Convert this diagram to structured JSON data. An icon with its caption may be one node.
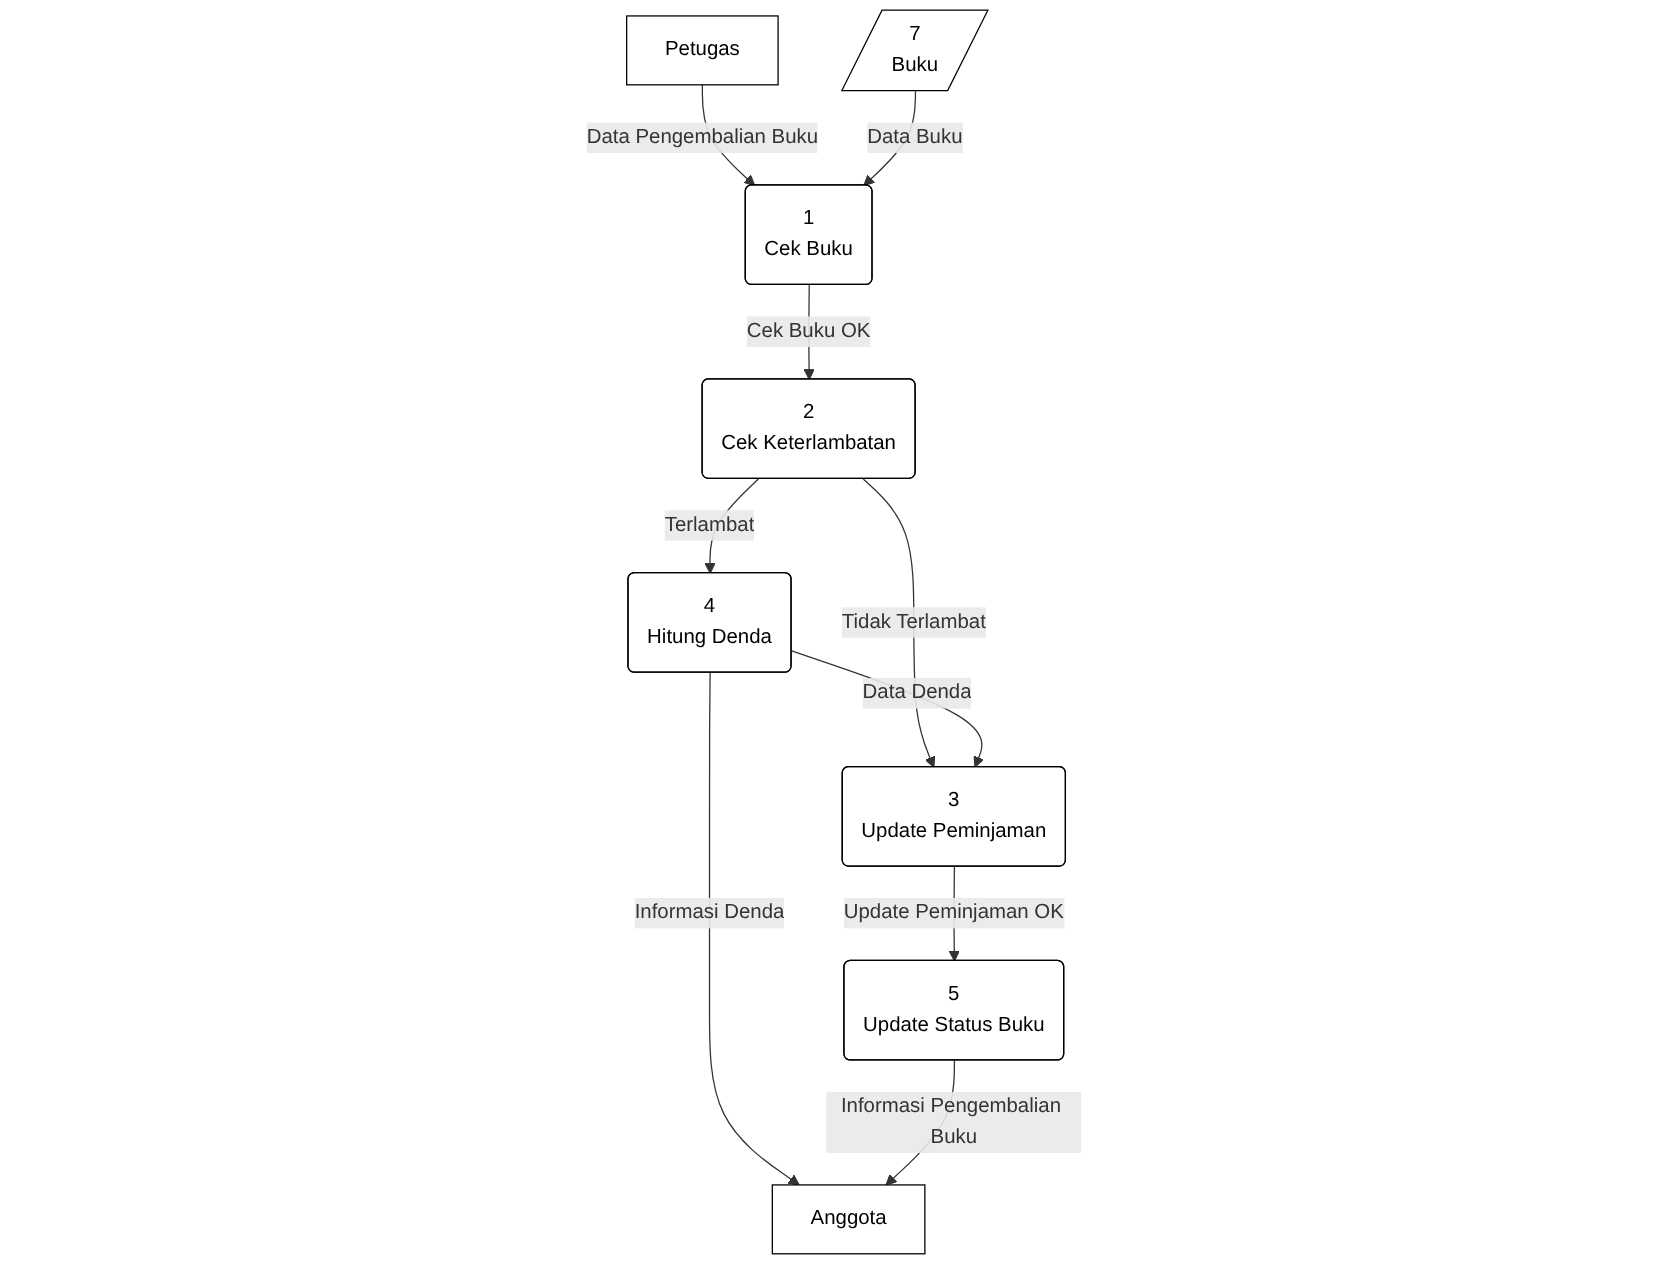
{
  "diagram": {
    "nodes": [
      {
        "text": [
          "Petugas"
        ]
      },
      {
        "text": [
          "1",
          "Cek Buku"
        ]
      },
      {
        "text": [
          "7",
          "Buku"
        ]
      },
      {
        "text": [
          "2",
          "Cek Keterlambatan"
        ]
      },
      {
        "text": [
          "4",
          "Hitung Denda"
        ]
      },
      {
        "text": [
          "3",
          "Update Peminjaman"
        ]
      },
      {
        "text": [
          "Anggota"
        ]
      },
      {
        "text": [
          "5",
          "Update Status Buku"
        ]
      }
    ],
    "edges": [
      {
        "from": 0,
        "to": 1,
        "arrow": "to",
        "label": "Data Pengembalian Buku"
      },
      {
        "from": 2,
        "to": 1,
        "arrow": "to",
        "label": "Data Buku"
      },
      {
        "from": 1,
        "to": 3,
        "arrow": "to",
        "label": "Cek Buku OK"
      },
      {
        "from": 3,
        "to": 4,
        "arrow": "to",
        "label": "Terlambat"
      },
      {
        "from": 3,
        "to": 5,
        "arrow": "to",
        "label": "Tidak Terlambat"
      },
      {
        "from": 4,
        "to": 5,
        "arrow": "to",
        "label": "Data Denda"
      },
      {
        "from": 4,
        "to": 6,
        "arrow": "to",
        "label": "Informasi Denda"
      },
      {
        "from": 5,
        "to": 7,
        "arrow": "to",
        "label": "Update Peminjaman OK"
      },
      {
        "from": 7,
        "to": 6,
        "arrow": "to",
        "label": "Informasi Pengembalian Buku"
      }
    ]
  }
}
